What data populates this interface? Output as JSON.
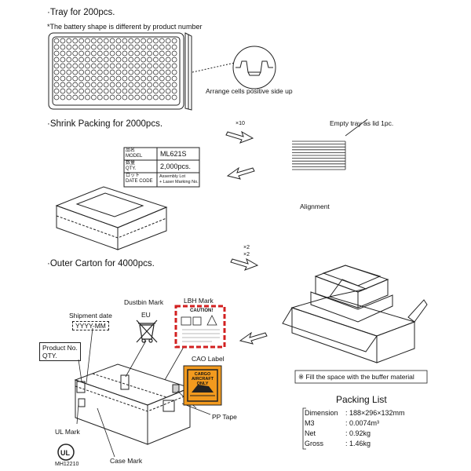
{
  "tray": {
    "title": "·Tray for 200pcs.",
    "note": "*The battery shape is different by product number",
    "arrange_note": "Arrange cells positive side up"
  },
  "shrink": {
    "title": "·Shrink Packing for 2000pcs.",
    "multiplier": "×10",
    "lid_note": "Empty tray as lid 1pc.",
    "alignment": "Alignment"
  },
  "label_card": {
    "rows": [
      {
        "jp": "品名",
        "en": "MODEL",
        "value": "ML621S"
      },
      {
        "jp": "数量",
        "en": "QTY.",
        "value": "2,000pcs."
      },
      {
        "jp": "ロット",
        "en": "DATE CODE",
        "value": "Assembly Lot\n+ Laser Marking No."
      }
    ]
  },
  "outer": {
    "title": "·Outer Carton for 4000pcs.",
    "multiplier_1": "×2",
    "multiplier_2": "×2"
  },
  "marks": {
    "shipment_date": "Shipment date",
    "date_format": "YYYY-MM",
    "dustbin": "Dustbin Mark",
    "eu": "EU",
    "lbh": "LBH Mark",
    "lbh_caution": "CAUTION!",
    "product_no": "Product No.",
    "qty": "QTY.",
    "cao": "CAO Label",
    "cao_text_1": "CARGO AIRCRAFT",
    "cao_text_2": "ONLY",
    "pp_tape": "PP Tape",
    "ul": "UL Mark",
    "ul_code": "MH12210",
    "case": "Case Mark"
  },
  "buffer_note": "※ Fill the space with the buffer material",
  "packing_list": {
    "title": "Packing List",
    "rows": [
      {
        "label": "Dimension",
        "value": ": 188×296×132mm"
      },
      {
        "label": "M3",
        "value": ": 0.0074m³"
      },
      {
        "label": "Net",
        "value": ": 0.92kg"
      },
      {
        "label": "Gross",
        "value": ": 1.46kg"
      }
    ]
  },
  "colors": {
    "cao_orange": "#f29a1e",
    "lbh_red": "#d22020",
    "line": "#222222"
  }
}
